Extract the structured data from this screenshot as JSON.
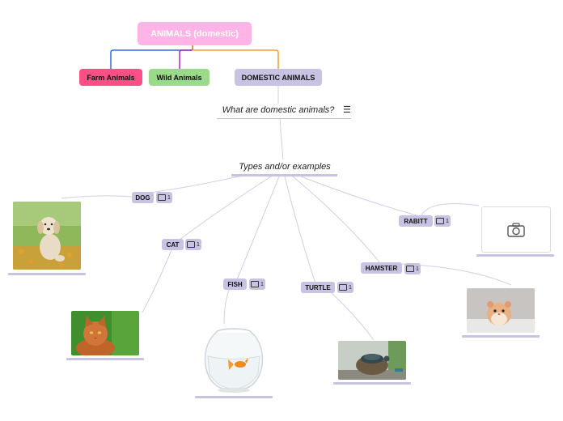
{
  "root": {
    "label": "ANIMALS (domestic)"
  },
  "categories": [
    {
      "label": "Farm Animals",
      "color": "#ff4f86"
    },
    {
      "label": "Wild Animals",
      "color": "#9bd98b"
    },
    {
      "label": "DOMESTIC ANIMALS",
      "color": "#c8c2e3"
    }
  ],
  "question": {
    "label": "What are domestic animals?",
    "icon": "menu-lines-icon"
  },
  "types": {
    "label": "Types and/or examples"
  },
  "animals": [
    {
      "label": "DOG",
      "comments": "1"
    },
    {
      "label": "CAT",
      "comments": "1"
    },
    {
      "label": "FISH",
      "comments": "1"
    },
    {
      "label": "TURTLE",
      "comments": "1"
    },
    {
      "label": "HAMSTER",
      "comments": "1"
    },
    {
      "label": "RABITT",
      "comments": "1"
    }
  ],
  "colors": {
    "root": "#ffb3e6",
    "accent": "#c8c2e3",
    "link_blue": "#3a66e0",
    "link_purple": "#9b2fc9",
    "link_orange": "#f2a12c"
  }
}
